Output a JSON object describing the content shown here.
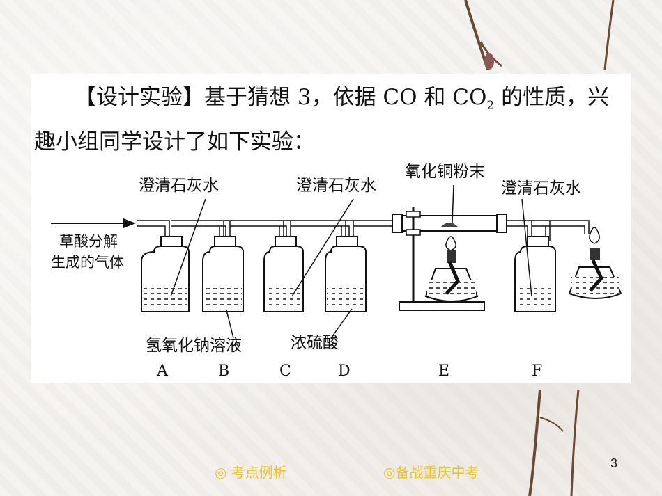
{
  "paragraph": {
    "bracket_open": "【",
    "heading": "设计实验",
    "bracket_close": "】",
    "text_before": "基于猜想 3，依据 CO 和 CO",
    "subscript": "2",
    "text_after": " 的性质，兴趣小组同学设计了如下实验："
  },
  "diagram": {
    "gas_source": [
      "草酸分解",
      "生成的气体"
    ],
    "top_labels": {
      "limewater_1": "澄清石灰水",
      "limewater_2": "澄清石灰水",
      "copper_oxide": "氧化铜粉末",
      "limewater_3": "澄清石灰水"
    },
    "bottom_labels": {
      "naoh": "氢氧化钠溶液",
      "h2so4": "浓硫酸"
    },
    "stations": [
      "A",
      "B",
      "C",
      "D",
      "E",
      "F"
    ]
  },
  "footer": {
    "link_1": "◎ 考点例析",
    "link_2": "◎备战重庆中考",
    "page_number": "3"
  }
}
